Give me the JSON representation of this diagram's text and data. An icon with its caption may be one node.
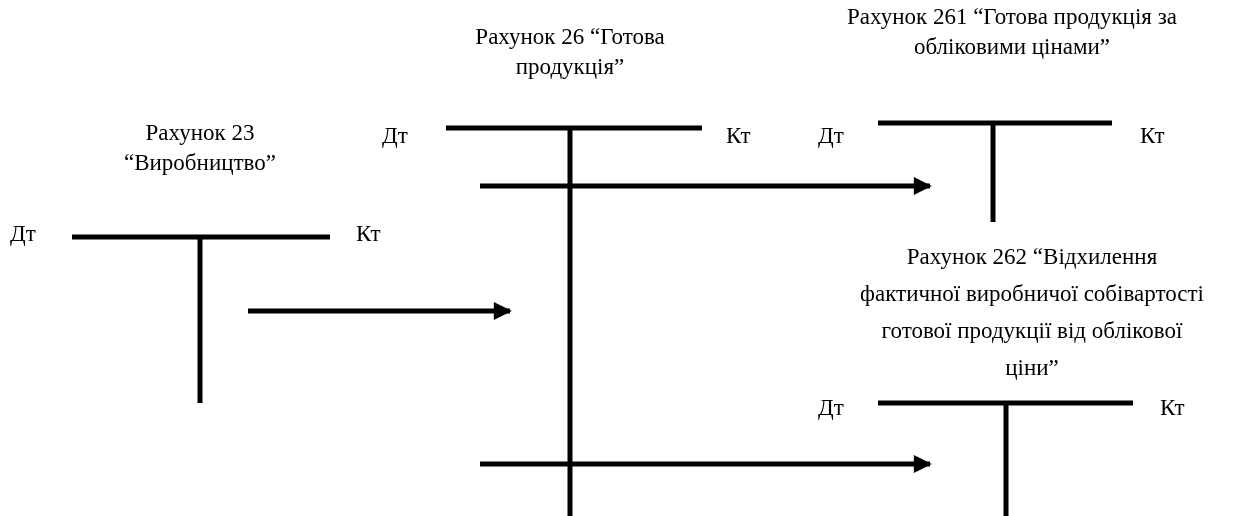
{
  "diagram": {
    "nodes": [
      {
        "text": [
          "Рахунок 23 “Виробництво”",
          "Дт",
          "Кт"
        ]
      },
      {
        "text": [
          "Рахунок 26 “Готова продукція”",
          "Дт",
          "Кт"
        ]
      },
      {
        "text": [
          "Рахунок 261 “Готова продукція за обліковими цінами”",
          "Дт",
          "Кт"
        ]
      },
      {
        "text": [
          "Рахунок 262 “Відхилення фактичної виробничої собівартості готової продукції від облікової ціни”",
          "Дт",
          "Кт"
        ]
      }
    ],
    "edges": [
      {
        "from": 0,
        "to": 1,
        "arrow": "to"
      },
      {
        "from": 1,
        "to": 2,
        "arrow": "to"
      },
      {
        "from": 1,
        "to": 3,
        "arrow": "to"
      }
    ]
  }
}
